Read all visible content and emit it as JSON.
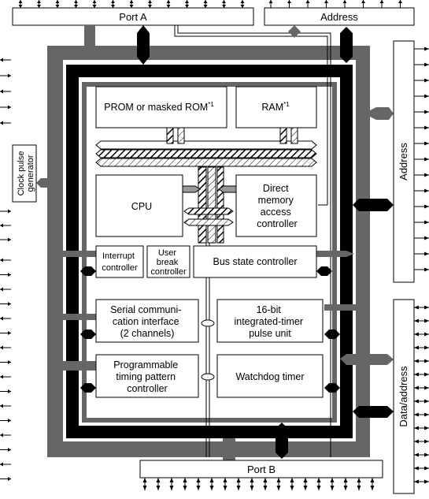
{
  "ports": {
    "port_a": "Port A",
    "port_b": "Port B",
    "address_top": "Address",
    "address_right": "Address",
    "data_address": "Data/address"
  },
  "clock": {
    "line1": "Clock pulse",
    "line2": "generator"
  },
  "blocks": {
    "prom": {
      "text": "PROM or masked ROM",
      "sup": "*1"
    },
    "ram": {
      "text": "RAM",
      "sup": "*1"
    },
    "cpu": "CPU",
    "dmac": [
      "Direct",
      "memory",
      "access",
      "controller"
    ],
    "interrupt": [
      "Interrupt",
      "controller"
    ],
    "user_break": [
      "User",
      "break",
      "controller"
    ],
    "bus_state": "Bus state controller",
    "sci": [
      "Serial communi-",
      "cation interface",
      "(2 channels)"
    ],
    "itu": [
      "16-bit",
      "integrated-timer",
      "pulse unit"
    ],
    "tpc": [
      "Programmable",
      "timing pattern",
      "controller"
    ],
    "wdt": "Watchdog timer"
  },
  "colors": {
    "gray_bus": "#666666",
    "black_bus": "#000000",
    "background": "#ffffff"
  }
}
